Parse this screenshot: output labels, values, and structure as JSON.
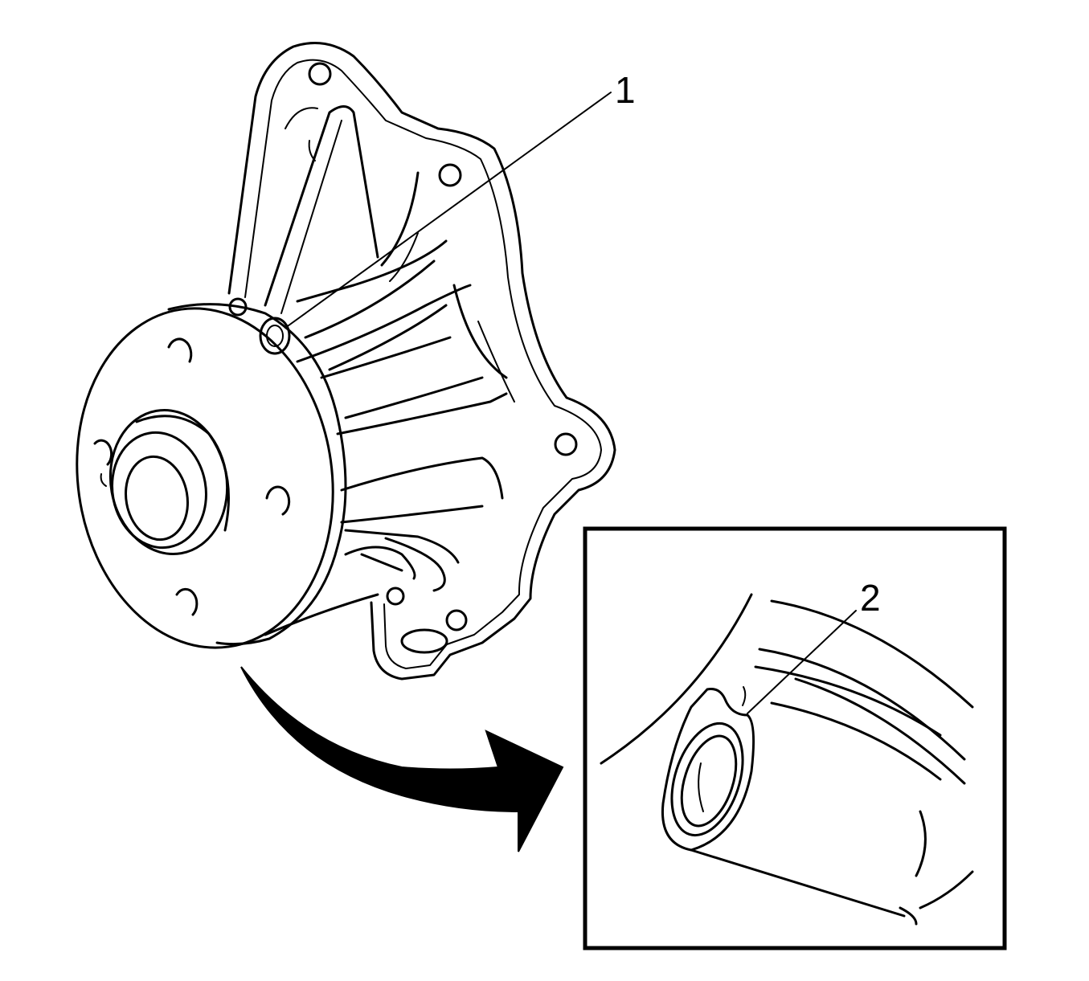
{
  "callouts": [
    {
      "id": "1",
      "label": "1"
    },
    {
      "id": "2",
      "label": "2"
    }
  ],
  "icons": [
    "water-pump-drawing",
    "detail-arrow-icon",
    "detail-inset"
  ],
  "colors": {
    "line": "#000000",
    "background": "#ffffff"
  }
}
